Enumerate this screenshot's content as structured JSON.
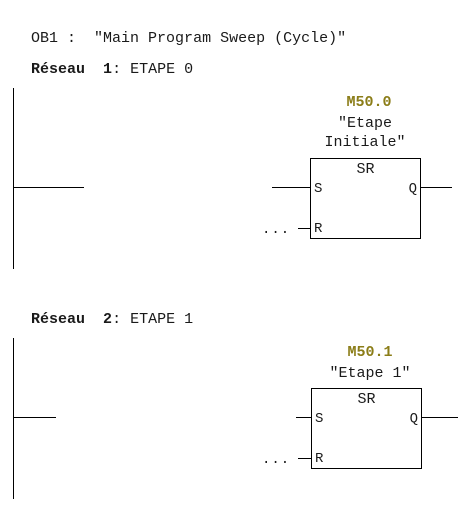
{
  "block": {
    "name": "OB1 :",
    "comment": "\"Main Program Sweep (Cycle)\""
  },
  "networks": [
    {
      "label": "Réseau",
      "number": "1",
      "separator": ":",
      "title": "ETAPE 0",
      "operand_address": "M50.0",
      "operand_symbol_line1": "\"Etape",
      "operand_symbol_line2": "Initiale\"",
      "box_type": "SR",
      "pin_set": "S",
      "pin_reset": "R",
      "pin_out": "Q",
      "reset_input": "..."
    },
    {
      "label": "Réseau",
      "number": "2",
      "separator": ":",
      "title": "ETAPE 1",
      "operand_address": "M50.1",
      "operand_symbol_line1": "\"Etape 1\"",
      "box_type": "SR",
      "pin_set": "S",
      "pin_reset": "R",
      "pin_out": "Q",
      "reset_input": "..."
    }
  ],
  "colors": {
    "address": "#8b7d18",
    "lines": "#000000",
    "text": "#1a1a1a"
  }
}
